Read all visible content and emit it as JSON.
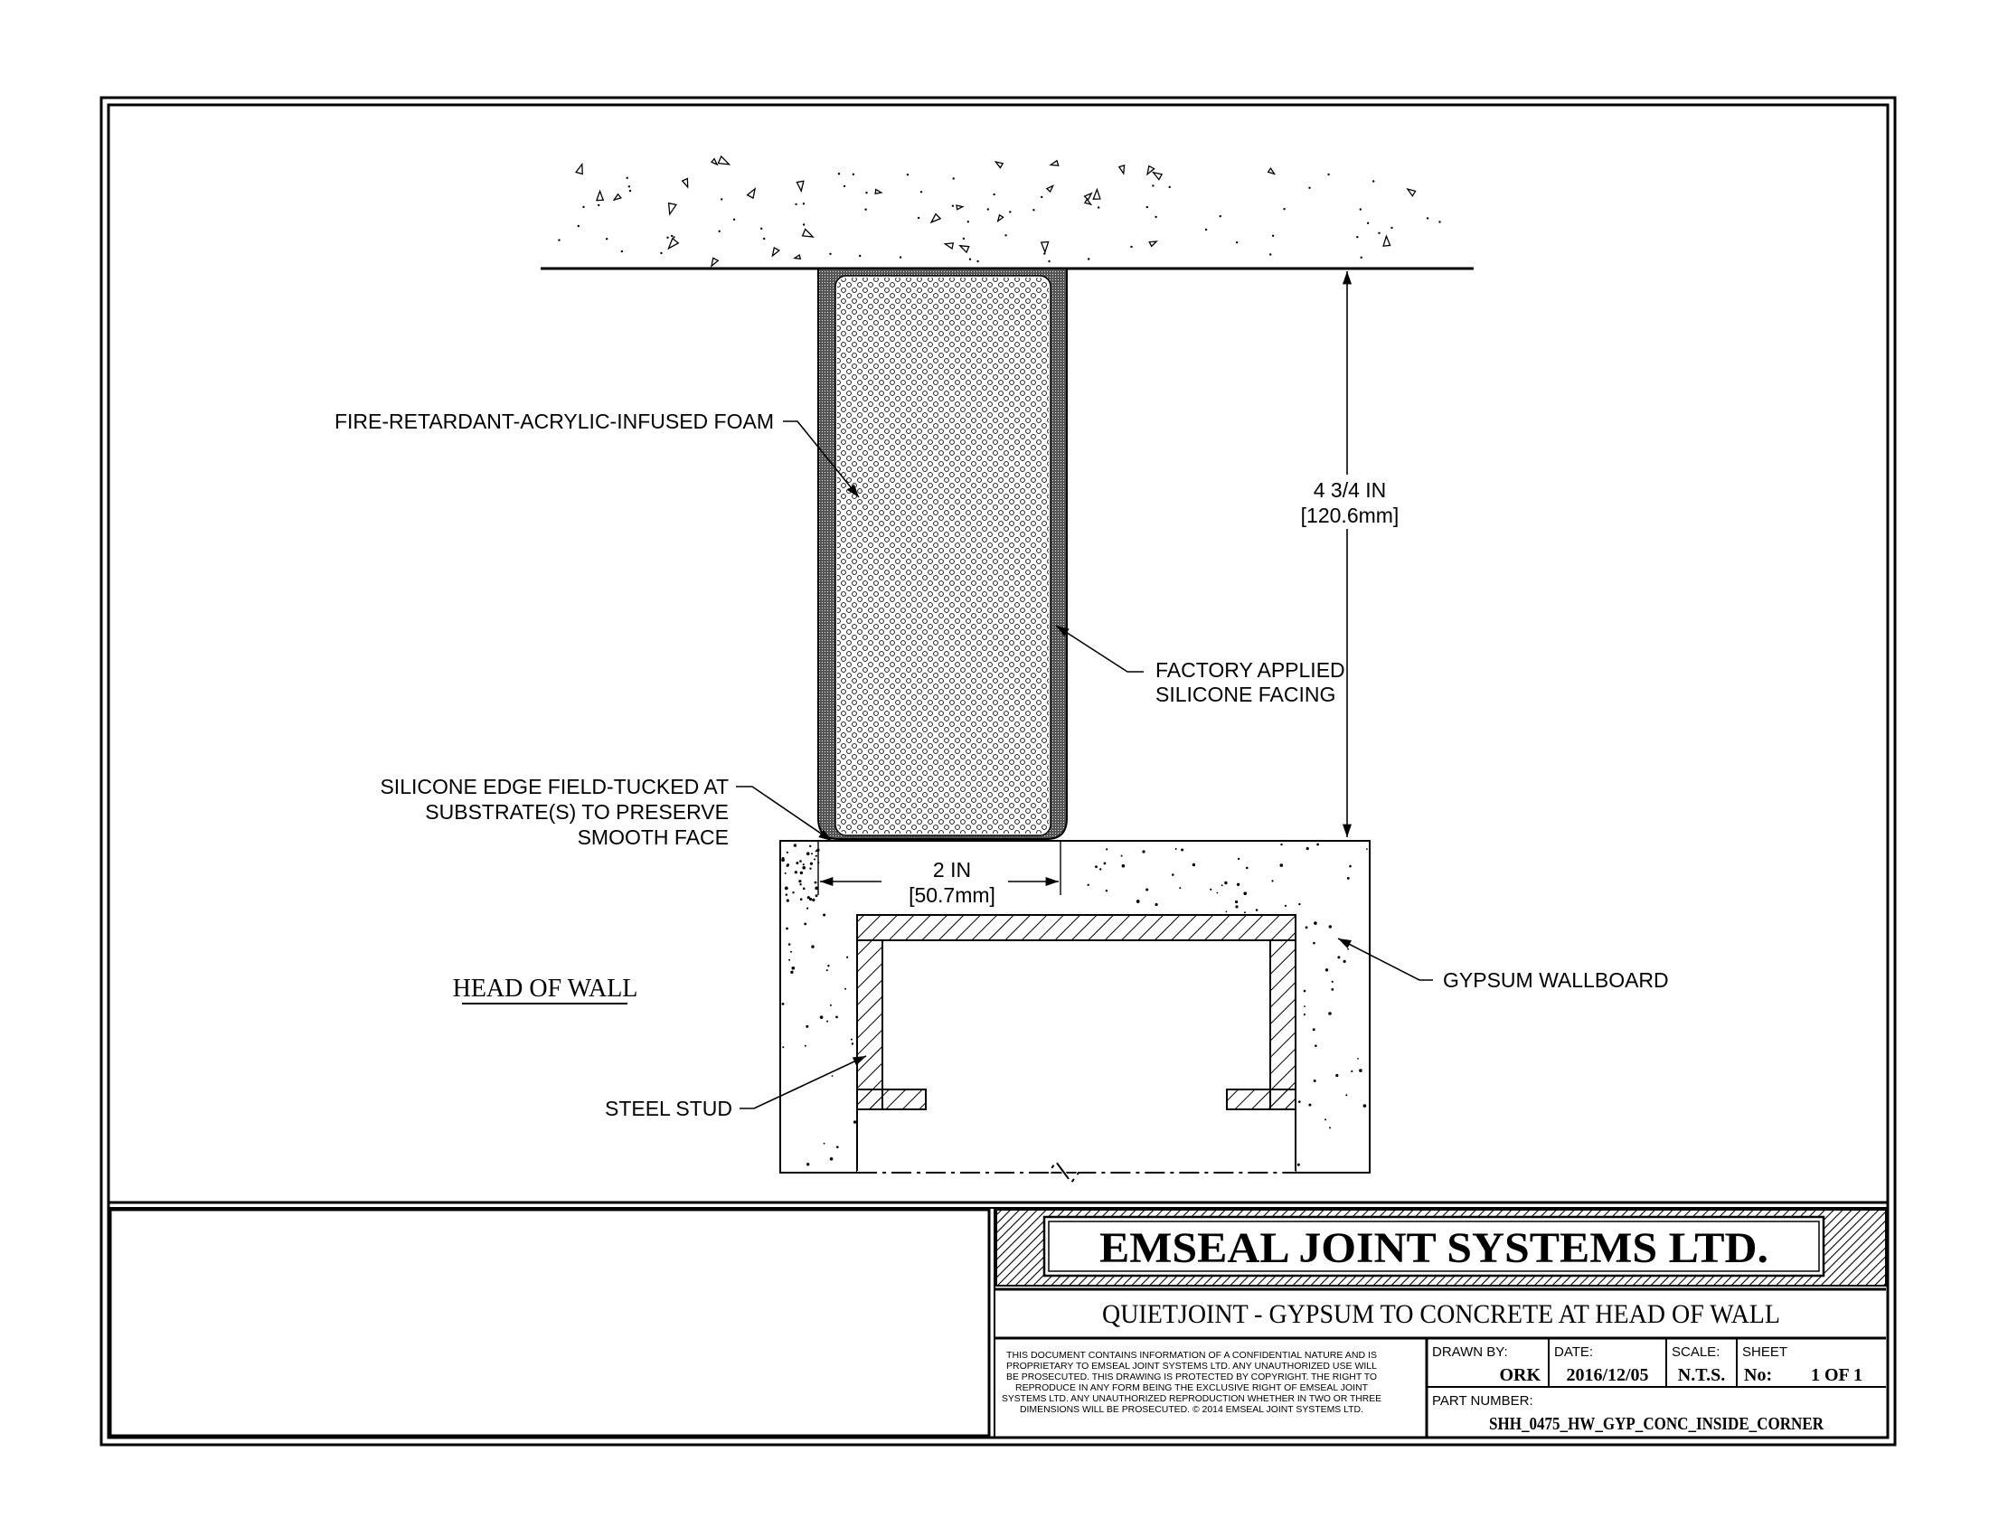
{
  "drawing": {
    "labels": {
      "foam": "FIRE-RETARDANT-ACRYLIC-INFUSED FOAM",
      "facing_1": "FACTORY APPLIED",
      "facing_2": "SILICONE FACING",
      "edge_1": "SILICONE EDGE FIELD-TUCKED AT",
      "edge_2": "SUBSTRATE(S) TO PRESERVE",
      "edge_3": "SMOOTH FACE",
      "gypsum": "GYPSUM WALLBOARD",
      "stud": "STEEL STUD",
      "view_title": "HEAD OF WALL"
    },
    "dimensions": {
      "height_in": "4 3/4 IN",
      "height_mm": "[120.6mm]",
      "width_in": "2 IN",
      "width_mm": "[50.7mm]"
    }
  },
  "title_block": {
    "company": "EMSEAL JOINT SYSTEMS LTD.",
    "title": "QUIETJOINT - GYPSUM TO CONCRETE AT HEAD OF WALL",
    "notice_lines": [
      "THIS DOCUMENT CONTAINS INFORMATION OF A CONFIDENTIAL NATURE AND IS",
      "PROPRIETARY TO EMSEAL JOINT SYSTEMS LTD. ANY UNAUTHORIZED USE WILL",
      "BE PROSECUTED. THIS DRAWING IS PROTECTED BY COPYRIGHT. THE RIGHT TO",
      "REPRODUCE IN ANY FORM BEING THE EXCLUSIVE RIGHT OF EMSEAL JOINT",
      "SYSTEMS LTD. ANY UNAUTHORIZED REPRODUCTION WHETHER IN TWO OR THREE",
      "DIMENSIONS WILL BE PROSECUTED. © 2014 EMSEAL JOINT SYSTEMS LTD."
    ],
    "drawn_by_label": "DRAWN BY:",
    "drawn_by": "ORK",
    "date_label": "DATE:",
    "date": "2016/12/05",
    "scale_label": "SCALE:",
    "scale": "N.T.S.",
    "sheet_label": "SHEET",
    "sheet_no_label": "No:",
    "sheet": "1 OF 1",
    "part_number_label": "PART NUMBER:",
    "part_number": "SHH_0475_HW_GYP_CONC_INSIDE_CORNER"
  }
}
